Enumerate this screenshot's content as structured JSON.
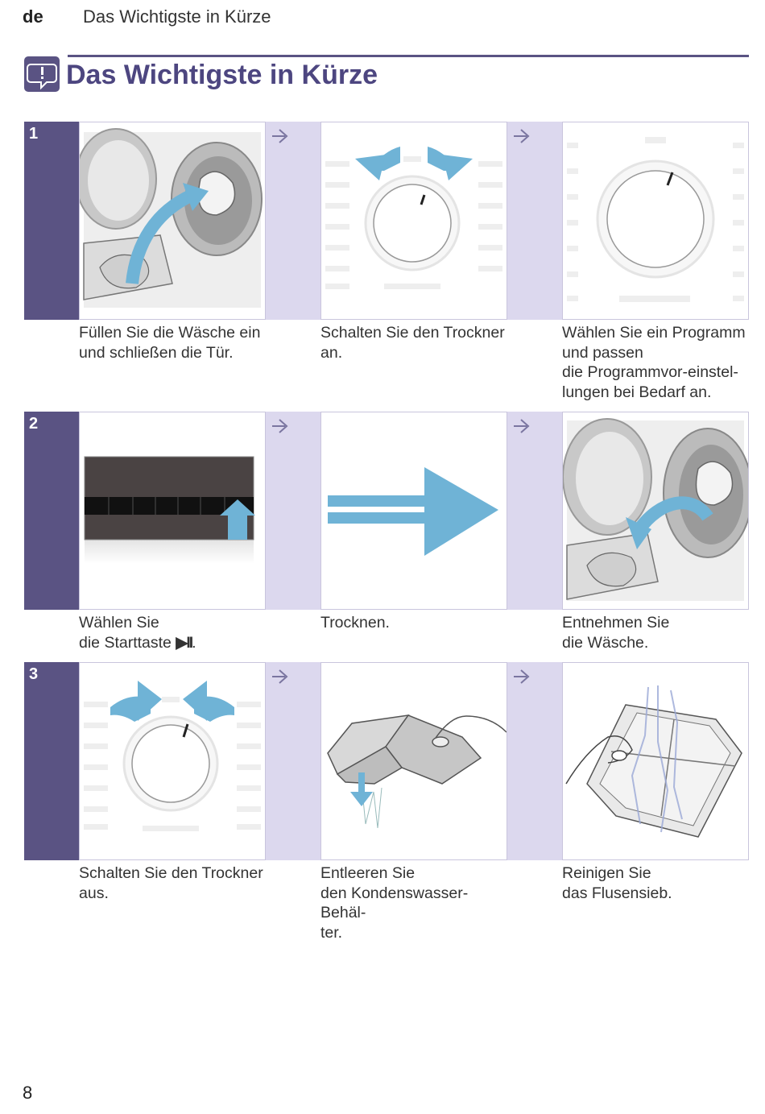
{
  "header": {
    "lang": "de",
    "running_title": "Das Wichtigste in Kürze"
  },
  "title": "Das Wichtigste in Kürze",
  "title_icon": "info-speech-icon",
  "steps": [
    {
      "number": "1",
      "captions": [
        "Füllen Sie die Wäsche ein\nund schließen die Tür.",
        "Schalten Sie den Trockner\nan.",
        "Wählen Sie ein Programm\nund passen\ndie Programmvor-einstel-\nlungen bei Bedarf an."
      ]
    },
    {
      "number": "2",
      "captions": [
        "Wählen Sie\ndie Starttaste ",
        "Trocknen.",
        "Entnehmen Sie\ndie Wäsche."
      ],
      "start_symbol": "▶II",
      "start_suffix": "."
    },
    {
      "number": "3",
      "captions": [
        "Schalten Sie den Trockner\naus.",
        "Entleeren Sie\nden Kondenswasser-Behäl-\nter.",
        "Reinigen Sie\ndas Flusensieb."
      ]
    }
  ],
  "colors": {
    "accent": "#5a5383",
    "gap": "#dcd8ee",
    "arrow": "#6fb3d6"
  },
  "page_number": "8"
}
